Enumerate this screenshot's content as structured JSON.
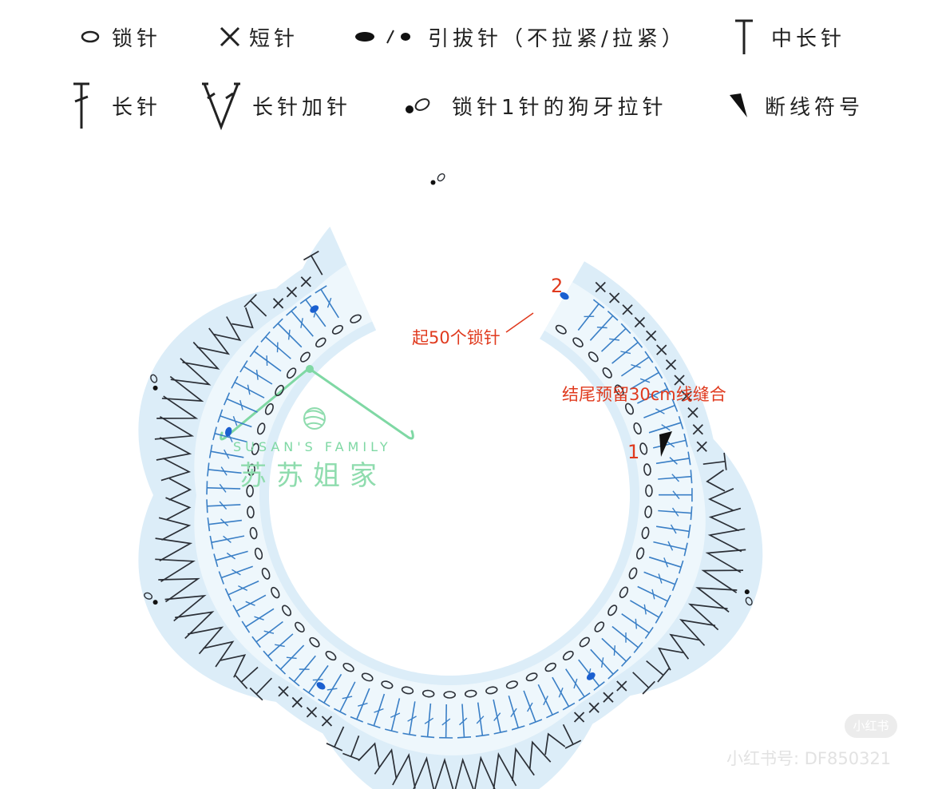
{
  "legend": {
    "chain": "锁针",
    "single_crochet": "短针",
    "slip_stitch": "引拔针（不拉紧/拉紧）",
    "half_double_crochet": "中长针",
    "double_crochet": "长针",
    "dc_increase": "长针加针",
    "picot": "锁针1针的狗牙拉针",
    "fasten_off": "断线符号"
  },
  "diagram": {
    "start_chain_note": "起50个锁针",
    "tail_note": "结尾预留30cm线缝合",
    "row_1_label": "1",
    "row_2_label": "2"
  },
  "watermark": {
    "english": "SUSAN'S FAMILY",
    "chinese": "苏苏姐家"
  },
  "footer": {
    "brand_badge": "小红书",
    "account_id": "小红书号: DF850321"
  },
  "colors": {
    "band_fill": "#dcedf8",
    "inner_band_fill": "#eef7fc",
    "stitch_dark": "#2b2f36",
    "stitch_blue": "#3a7fc6",
    "slip_blue": "#1a5fd0",
    "note_red": "#e03a1e",
    "watermark_green": "#7fd8a4"
  }
}
